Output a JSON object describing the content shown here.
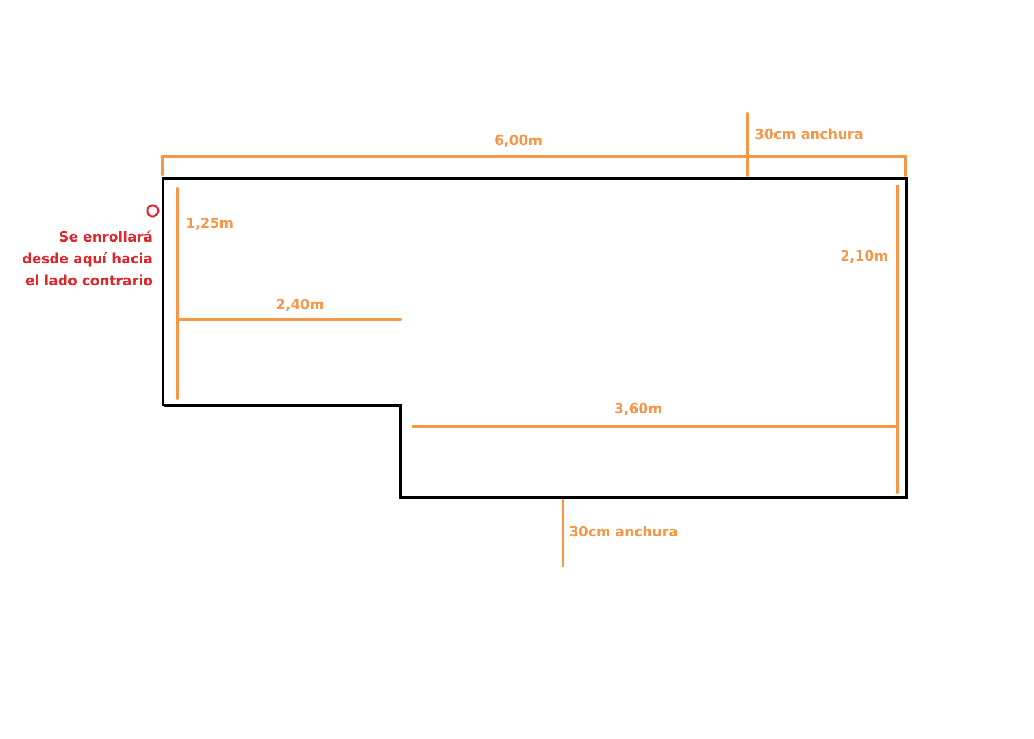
{
  "colors": {
    "outline": "#000000",
    "dimension": "#f79646",
    "note": "#e0262b",
    "background": "#ffffff"
  },
  "dimensions": {
    "top_width": "6,00m",
    "top_strip": "30cm anchura",
    "left_height": "1,25m",
    "left_inner_width": "2,40m",
    "right_height": "2,10m",
    "bottom_inner_width": "3,60m",
    "bottom_strip": "30cm anchura"
  },
  "note": {
    "icon": "circle-marker-icon",
    "lines": [
      "Se enrollará",
      "desde aquí hacia",
      "el lado contrario"
    ]
  }
}
